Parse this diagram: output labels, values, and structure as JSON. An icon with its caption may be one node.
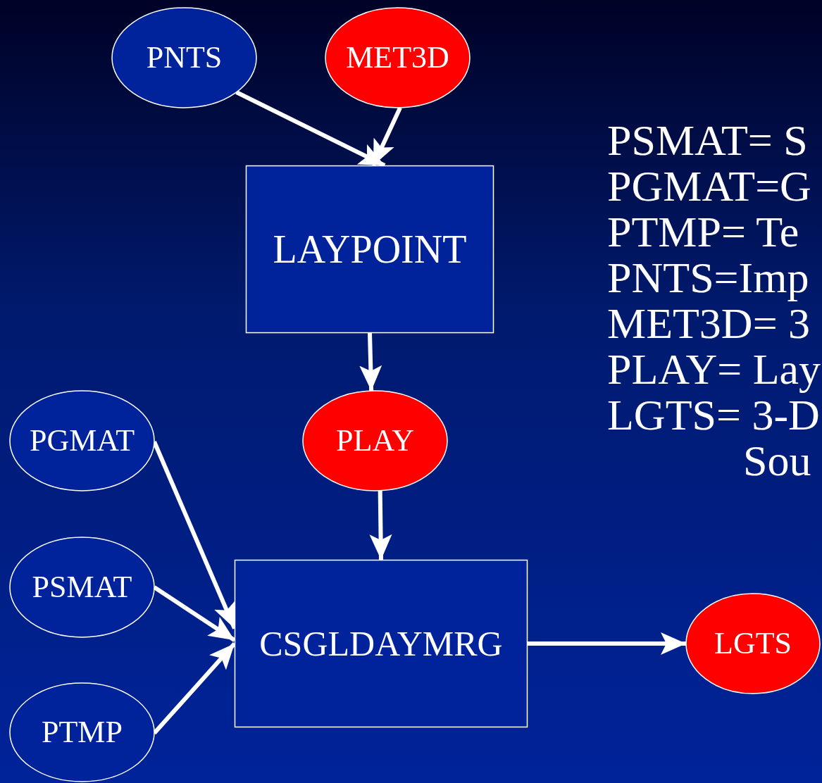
{
  "diagram": {
    "nodes": [
      {
        "text": [
          "PNTS"
        ]
      },
      {
        "text": [
          "MET3D"
        ]
      },
      {
        "text": [
          "LAYPOINT"
        ]
      },
      {
        "text": [
          "PLAY"
        ]
      },
      {
        "text": [
          "PGMAT"
        ]
      },
      {
        "text": [
          "PSMAT"
        ]
      },
      {
        "text": [
          "PTMP"
        ]
      },
      {
        "text": [
          "CSGLDAYMRG"
        ]
      },
      {
        "text": [
          "LGTS"
        ]
      }
    ],
    "edges": [
      {
        "from": 0,
        "to": 2,
        "arrow": "to"
      },
      {
        "from": 1,
        "to": 2,
        "arrow": "to"
      },
      {
        "from": 2,
        "to": 3,
        "arrow": "to"
      },
      {
        "from": 3,
        "to": 7,
        "arrow": "to"
      },
      {
        "from": 4,
        "to": 7,
        "arrow": "to"
      },
      {
        "from": 5,
        "to": 7,
        "arrow": "to"
      },
      {
        "from": 6,
        "to": 7,
        "arrow": "to"
      },
      {
        "from": 7,
        "to": 8,
        "arrow": "to"
      }
    ],
    "labels": [
      "PSMAT= S",
      "PGMAT=G",
      "PTMP= Te",
      "PNTS=Imp",
      "MET3D= 3",
      "PLAY= Lay",
      "LGTS= 3-D",
      "Sou"
    ]
  }
}
